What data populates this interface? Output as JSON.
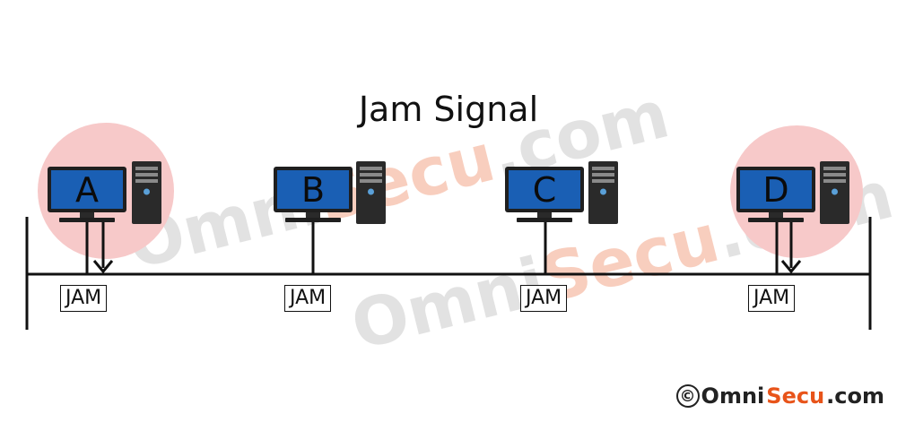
{
  "title": "Jam Signal",
  "stations": [
    {
      "letter": "A",
      "jam_label": "JAM",
      "highlighted": true,
      "arrow": true
    },
    {
      "letter": "B",
      "jam_label": "JAM",
      "highlighted": false,
      "arrow": false
    },
    {
      "letter": "C",
      "jam_label": "JAM",
      "highlighted": false,
      "arrow": false
    },
    {
      "letter": "D",
      "jam_label": "JAM",
      "highlighted": true,
      "arrow": true
    }
  ],
  "watermark": {
    "text": "OmniSecu.com"
  },
  "copyright": {
    "symbol": "©",
    "brand_part1": "Omni",
    "brand_part2": "Secu",
    "brand_part3": ".com"
  },
  "colors": {
    "monitor_screen": "#1a5fb4",
    "highlight": "#f7c9c9",
    "accent_orange": "#e8541a",
    "line": "#111111"
  }
}
